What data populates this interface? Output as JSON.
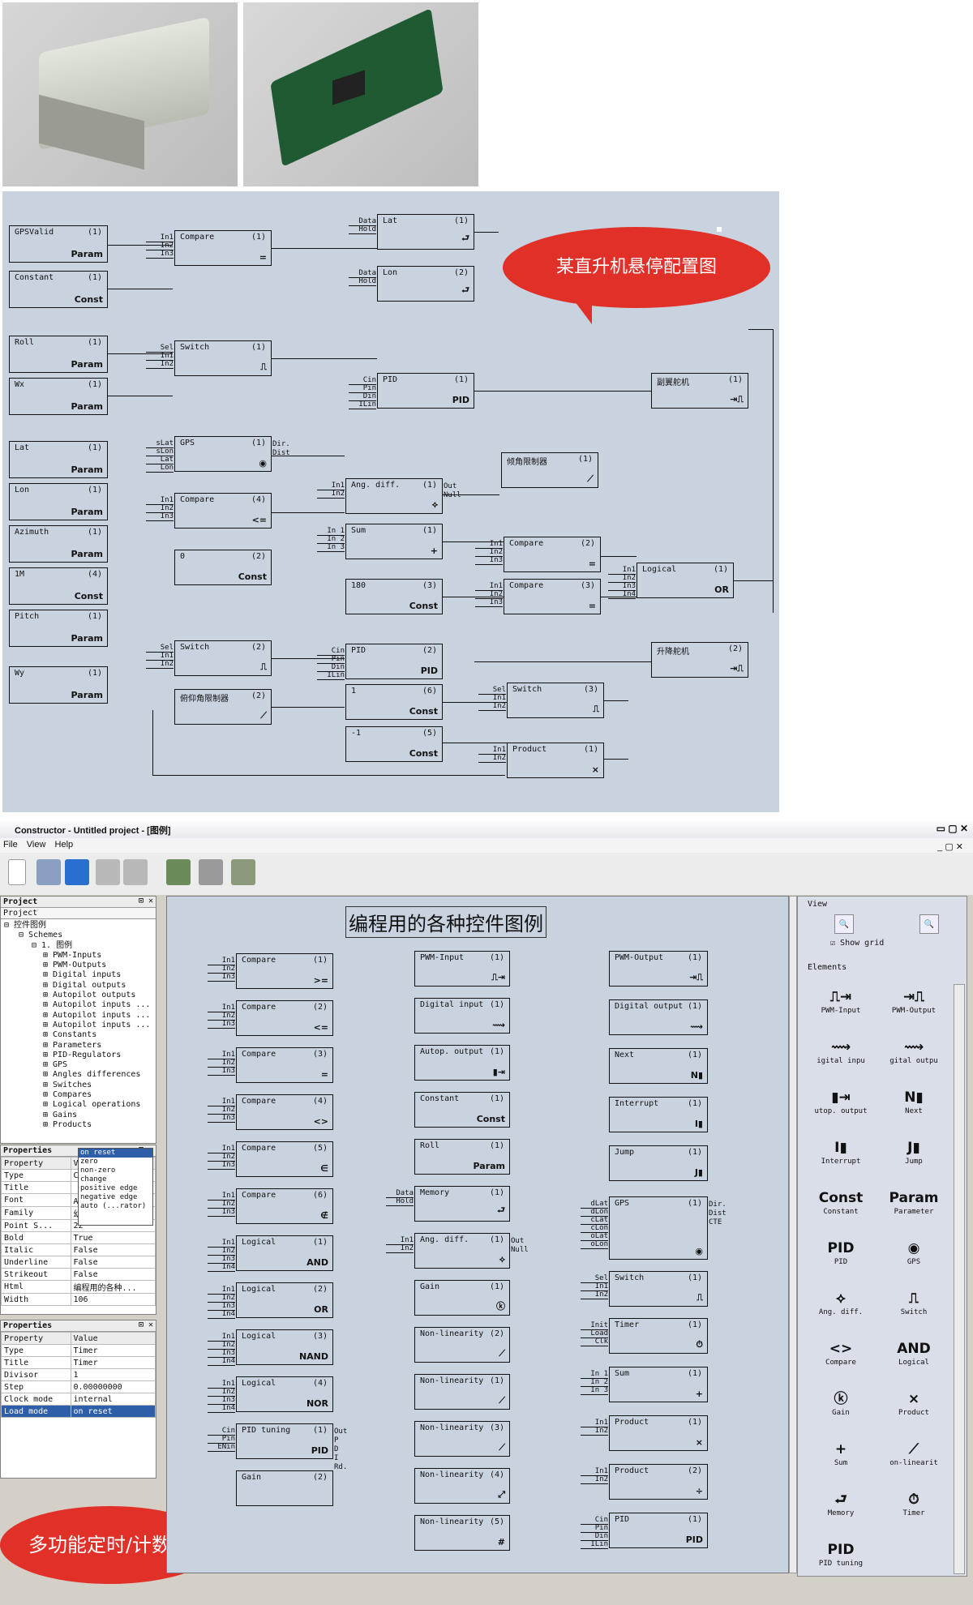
{
  "diagram_callout": "某直升机悬停配置图",
  "counter_callout": "多功能定时/计数器",
  "diagram": {
    "inputs": [
      {
        "name": "GPSValid",
        "num": "(1)",
        "icon": "Param"
      },
      {
        "name": "Constant",
        "num": "(1)",
        "icon": "Const"
      },
      {
        "name": "Roll",
        "num": "(1)",
        "icon": "Param"
      },
      {
        "name": "Wx",
        "num": "(1)",
        "icon": "Param"
      },
      {
        "name": "Lat",
        "num": "(1)",
        "icon": "Param"
      },
      {
        "name": "Lon",
        "num": "(1)",
        "icon": "Param"
      },
      {
        "name": "Azimuth",
        "num": "(1)",
        "icon": "Param"
      },
      {
        "name": "1M",
        "num": "(4)",
        "icon": "Const"
      },
      {
        "name": "Pitch",
        "num": "(1)",
        "icon": "Param"
      },
      {
        "name": "Wy",
        "num": "(1)",
        "icon": "Param"
      }
    ],
    "blocks": [
      {
        "name": "Compare",
        "num": "(1)",
        "icon": "=",
        "ports": "In1\nIn2\nIn3"
      },
      {
        "name": "Lat",
        "num": "(1)",
        "icon": "⮐",
        "ports": "Data\nHold"
      },
      {
        "name": "Lon",
        "num": "(2)",
        "icon": "⮐",
        "ports": "Data\nHold"
      },
      {
        "name": "Switch",
        "num": "(1)",
        "icon": "⎍",
        "ports": "Sel\nIn1\nIn2"
      },
      {
        "name": "PID",
        "num": "(1)",
        "icon": "PID",
        "ports": "Cin\nPin\nDin\nILin"
      },
      {
        "name": "副翼舵机",
        "num": "(1)",
        "icon": "⇥⎍"
      },
      {
        "name": "GPS",
        "num": "(1)",
        "icon": "◉",
        "ports": "sLat\nsLon\nLat\nLon",
        "outs": "Dir.\nDist"
      },
      {
        "name": "倾角限制器",
        "num": "(1)",
        "icon": "⟋"
      },
      {
        "name": "Ang. diff.",
        "num": "(1)",
        "icon": "⟡",
        "ports": "In1\nIn2",
        "outs": "Out\nNull"
      },
      {
        "name": "Compare",
        "num": "(4)",
        "icon": "<=",
        "ports": "In1\nIn2\nIn3"
      },
      {
        "name": "Sum",
        "num": "(1)",
        "icon": "+",
        "ports": "In 1\nIn 2\nIn 3"
      },
      {
        "name": "Compare",
        "num": "(2)",
        "icon": "=",
        "ports": "In1\nIn2\nIn3"
      },
      {
        "name": "0",
        "num": "(2)",
        "icon": "Const"
      },
      {
        "name": "Logical",
        "num": "(1)",
        "icon": "OR",
        "ports": "In1\nIn2\nIn3\nIn4"
      },
      {
        "name": "180",
        "num": "(3)",
        "icon": "Const"
      },
      {
        "name": "Compare",
        "num": "(3)",
        "icon": "=",
        "ports": "In1\nIn2\nIn3"
      },
      {
        "name": "Switch",
        "num": "(2)",
        "icon": "⎍",
        "ports": "Sel\nIn1\nIn2"
      },
      {
        "name": "PID",
        "num": "(2)",
        "icon": "PID",
        "ports": "Cin\nPin\nDin\nILin"
      },
      {
        "name": "升降舵机",
        "num": "(2)",
        "icon": "⇥⎍"
      },
      {
        "name": "俯仰角限制器",
        "num": "(2)",
        "icon": "⟋"
      },
      {
        "name": "1",
        "num": "(6)",
        "icon": "Const"
      },
      {
        "name": "Switch",
        "num": "(3)",
        "icon": "⎍",
        "ports": "Sel\nIn1\nIn2"
      },
      {
        "name": "-1",
        "num": "(5)",
        "icon": "Const"
      },
      {
        "name": "Product",
        "num": "(1)",
        "icon": "×",
        "ports": "In1\nIn2"
      }
    ]
  },
  "window": {
    "title": "Constructor - Untitled project - [图例]",
    "menu": [
      "File",
      "View",
      "Help"
    ],
    "project_panel": {
      "title": "Project",
      "tab": "Project",
      "tree": [
        "控件图例",
        "Schemes",
        "1. 图例",
        "PWM-Inputs",
        "PWM-Outputs",
        "Digital inputs",
        "Digital outputs",
        "Autopilot outputs",
        "Autopilot inputs ...",
        "Autopilot inputs ...",
        "Autopilot inputs ...",
        "Constants",
        "Parameters",
        "PID-Regulators",
        "GPS",
        "Angles differences",
        "Switches",
        "Compares",
        "Logical operations",
        "Gains",
        "Products"
      ]
    },
    "properties1": {
      "title": "Properties",
      "header": [
        "Property",
        "Value"
      ],
      "rows": [
        [
          "Type",
          "Comment"
        ],
        [
          "Title",
          ""
        ],
        [
          "Font",
          "A [幼圆, 22]"
        ],
        [
          "Family",
          "幼圆"
        ],
        [
          "Point S...",
          "22"
        ],
        [
          "Bold",
          "True"
        ],
        [
          "Italic",
          "False"
        ],
        [
          "Underline",
          "False"
        ],
        [
          "Strikeout",
          "False"
        ],
        [
          "Html",
          "编程用的各种..."
        ],
        [
          "Width",
          "106"
        ]
      ]
    },
    "properties2": {
      "title": "Properties",
      "header": [
        "Property",
        "Value"
      ],
      "rows": [
        [
          "Type",
          "Timer"
        ],
        [
          "Title",
          "Timer"
        ],
        [
          "Divisor",
          "1"
        ],
        [
          "Step",
          "0.00000000"
        ],
        [
          "Clock mode",
          "internal"
        ],
        [
          "Load mode",
          "on reset"
        ]
      ],
      "dropdown": [
        "on reset",
        "zero",
        "non-zero",
        "change",
        "positive edge",
        "negative edge",
        "auto (...rator)"
      ]
    },
    "canvas_title": "编程用的各种控件图例",
    "legend_col1": [
      {
        "name": "Compare",
        "num": "(1)",
        "icon": ">=",
        "ports": "In1\nIn2\nIn3"
      },
      {
        "name": "Compare",
        "num": "(2)",
        "icon": "<=",
        "ports": "In1\nIn2\nIn3"
      },
      {
        "name": "Compare",
        "num": "(3)",
        "icon": "=",
        "ports": "In1\nIn2\nIn3"
      },
      {
        "name": "Compare",
        "num": "(4)",
        "icon": "<>",
        "ports": "In1\nIn2\nIn3"
      },
      {
        "name": "Compare",
        "num": "(5)",
        "icon": "∈",
        "ports": "In1\nIn2\nIn3"
      },
      {
        "name": "Compare",
        "num": "(6)",
        "icon": "∉",
        "ports": "In1\nIn2\nIn3"
      },
      {
        "name": "Logical",
        "num": "(1)",
        "icon": "AND",
        "ports": "In1\nIn2\nIn3\nIn4"
      },
      {
        "name": "Logical",
        "num": "(2)",
        "icon": "OR",
        "ports": "In1\nIn2\nIn3\nIn4"
      },
      {
        "name": "Logical",
        "num": "(3)",
        "icon": "NAND",
        "ports": "In1\nIn2\nIn3\nIn4"
      },
      {
        "name": "Logical",
        "num": "(4)",
        "icon": "NOR",
        "ports": "In1\nIn2\nIn3\nIn4"
      },
      {
        "name": "PID tuning",
        "num": "(1)",
        "icon": "PID",
        "ports": "Cin\nPin\nENin",
        "outs": "Out\nP\nD\nI\nRd."
      },
      {
        "name": "Gain",
        "num": "(2)",
        "icon": "",
        "ports": ""
      }
    ],
    "legend_col2": [
      {
        "name": "PWM-Input",
        "num": "(1)",
        "icon": "⎍⇥",
        "ports": ""
      },
      {
        "name": "Digital input",
        "num": "(1)",
        "icon": "⟿",
        "ports": ""
      },
      {
        "name": "Autop. output",
        "num": "(1)",
        "icon": "▮⇥",
        "ports": ""
      },
      {
        "name": "Constant",
        "num": "(1)",
        "icon": "Const",
        "ports": ""
      },
      {
        "name": "Roll",
        "num": "(1)",
        "icon": "Param",
        "ports": ""
      },
      {
        "name": "Memory",
        "num": "(1)",
        "icon": "⮐",
        "ports": "Data\nHold"
      },
      {
        "name": "Ang. diff.",
        "num": "(1)",
        "icon": "⟡",
        "ports": "In1\nIn2",
        "outs": "Out\nNull"
      },
      {
        "name": "Gain",
        "num": "(1)",
        "icon": "ⓚ",
        "ports": ""
      },
      {
        "name": "Non-linearity",
        "num": "(2)",
        "icon": "⟋",
        "ports": ""
      },
      {
        "name": "Non-linearity",
        "num": "(1)",
        "icon": "⟋",
        "ports": ""
      },
      {
        "name": "Non-linearity",
        "num": "(3)",
        "icon": "⟋",
        "ports": ""
      },
      {
        "name": "Non-linearity",
        "num": "(4)",
        "icon": "⤢",
        "ports": ""
      },
      {
        "name": "Non-linearity",
        "num": "(5)",
        "icon": "#",
        "ports": ""
      }
    ],
    "legend_col3": [
      {
        "name": "PWM-Output",
        "num": "(1)",
        "icon": "⇥⎍",
        "ports": ""
      },
      {
        "name": "Digital output",
        "num": "(1)",
        "icon": "⟿",
        "ports": ""
      },
      {
        "name": "Next",
        "num": "(1)",
        "icon": "N▮",
        "ports": ""
      },
      {
        "name": "Interrupt",
        "num": "(1)",
        "icon": "I▮",
        "ports": ""
      },
      {
        "name": "Jump",
        "num": "(1)",
        "icon": "J▮",
        "ports": ""
      },
      {
        "name": "GPS",
        "num": "(1)",
        "icon": "◉",
        "ports": "dLat\ndLon\ncLat\ncLon\noLat\noLon",
        "outs": "Dir.\nDist\nCTE"
      },
      {
        "name": "Switch",
        "num": "(1)",
        "icon": "⎍",
        "ports": "Sel\nIn1\nIn2"
      },
      {
        "name": "Timer",
        "num": "(1)",
        "icon": "⏱",
        "ports": "Init\nLoad\nClk"
      },
      {
        "name": "Sum",
        "num": "(1)",
        "icon": "+",
        "ports": "In 1\nIn 2\nIn 3"
      },
      {
        "name": "Product",
        "num": "(1)",
        "icon": "×",
        "ports": "In1\nIn2"
      },
      {
        "name": "Product",
        "num": "(2)",
        "icon": "÷",
        "ports": "In1\nIn2"
      },
      {
        "name": "PID",
        "num": "(1)",
        "icon": "PID",
        "ports": "Cin\nPin\nDin\nILin"
      }
    ],
    "view_panel": {
      "title": "View",
      "show_grid": "Show grid",
      "elements_label": "Elements",
      "elements": [
        {
          "icon": "⎍⇥",
          "label": "PWM-Input"
        },
        {
          "icon": "⇥⎍",
          "label": "PWM-Output"
        },
        {
          "icon": "⟿",
          "label": "igital inpu"
        },
        {
          "icon": "⟿",
          "label": "gital outpu"
        },
        {
          "icon": "▮⇥",
          "label": "utop. output"
        },
        {
          "icon": "N▮",
          "label": "Next"
        },
        {
          "icon": "I▮",
          "label": "Interrupt"
        },
        {
          "icon": "J▮",
          "label": "Jump"
        },
        {
          "icon": "Const",
          "label": "Constant"
        },
        {
          "icon": "Param",
          "label": "Parameter"
        },
        {
          "icon": "PID",
          "label": "PID"
        },
        {
          "icon": "◉",
          "label": "GPS"
        },
        {
          "icon": "⟡",
          "label": "Ang. diff."
        },
        {
          "icon": "⎍",
          "label": "Switch"
        },
        {
          "icon": "<>",
          "label": "Compare"
        },
        {
          "icon": "AND",
          "label": "Logical"
        },
        {
          "icon": "ⓚ",
          "label": "Gain"
        },
        {
          "icon": "×",
          "label": "Product"
        },
        {
          "icon": "+",
          "label": "Sum"
        },
        {
          "icon": "⟋",
          "label": "on-linearit"
        },
        {
          "icon": "⮐",
          "label": "Memory"
        },
        {
          "icon": "⏱",
          "label": "Timer"
        },
        {
          "icon": "PID",
          "label": "PID tuning"
        }
      ]
    }
  }
}
